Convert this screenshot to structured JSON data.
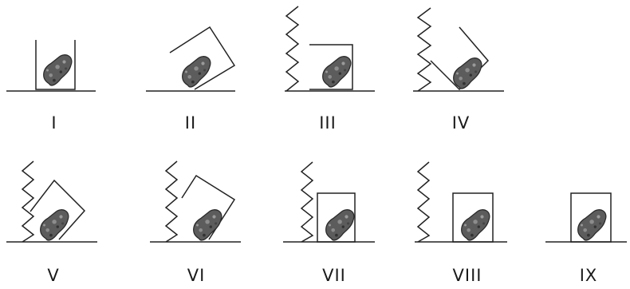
{
  "panels": [
    {
      "label": "I"
    },
    {
      "label": "II"
    },
    {
      "label": "III"
    },
    {
      "label": "IV"
    },
    {
      "label": "V"
    },
    {
      "label": "VI"
    },
    {
      "label": "VII"
    },
    {
      "label": "VIII"
    },
    {
      "label": "IX"
    }
  ]
}
